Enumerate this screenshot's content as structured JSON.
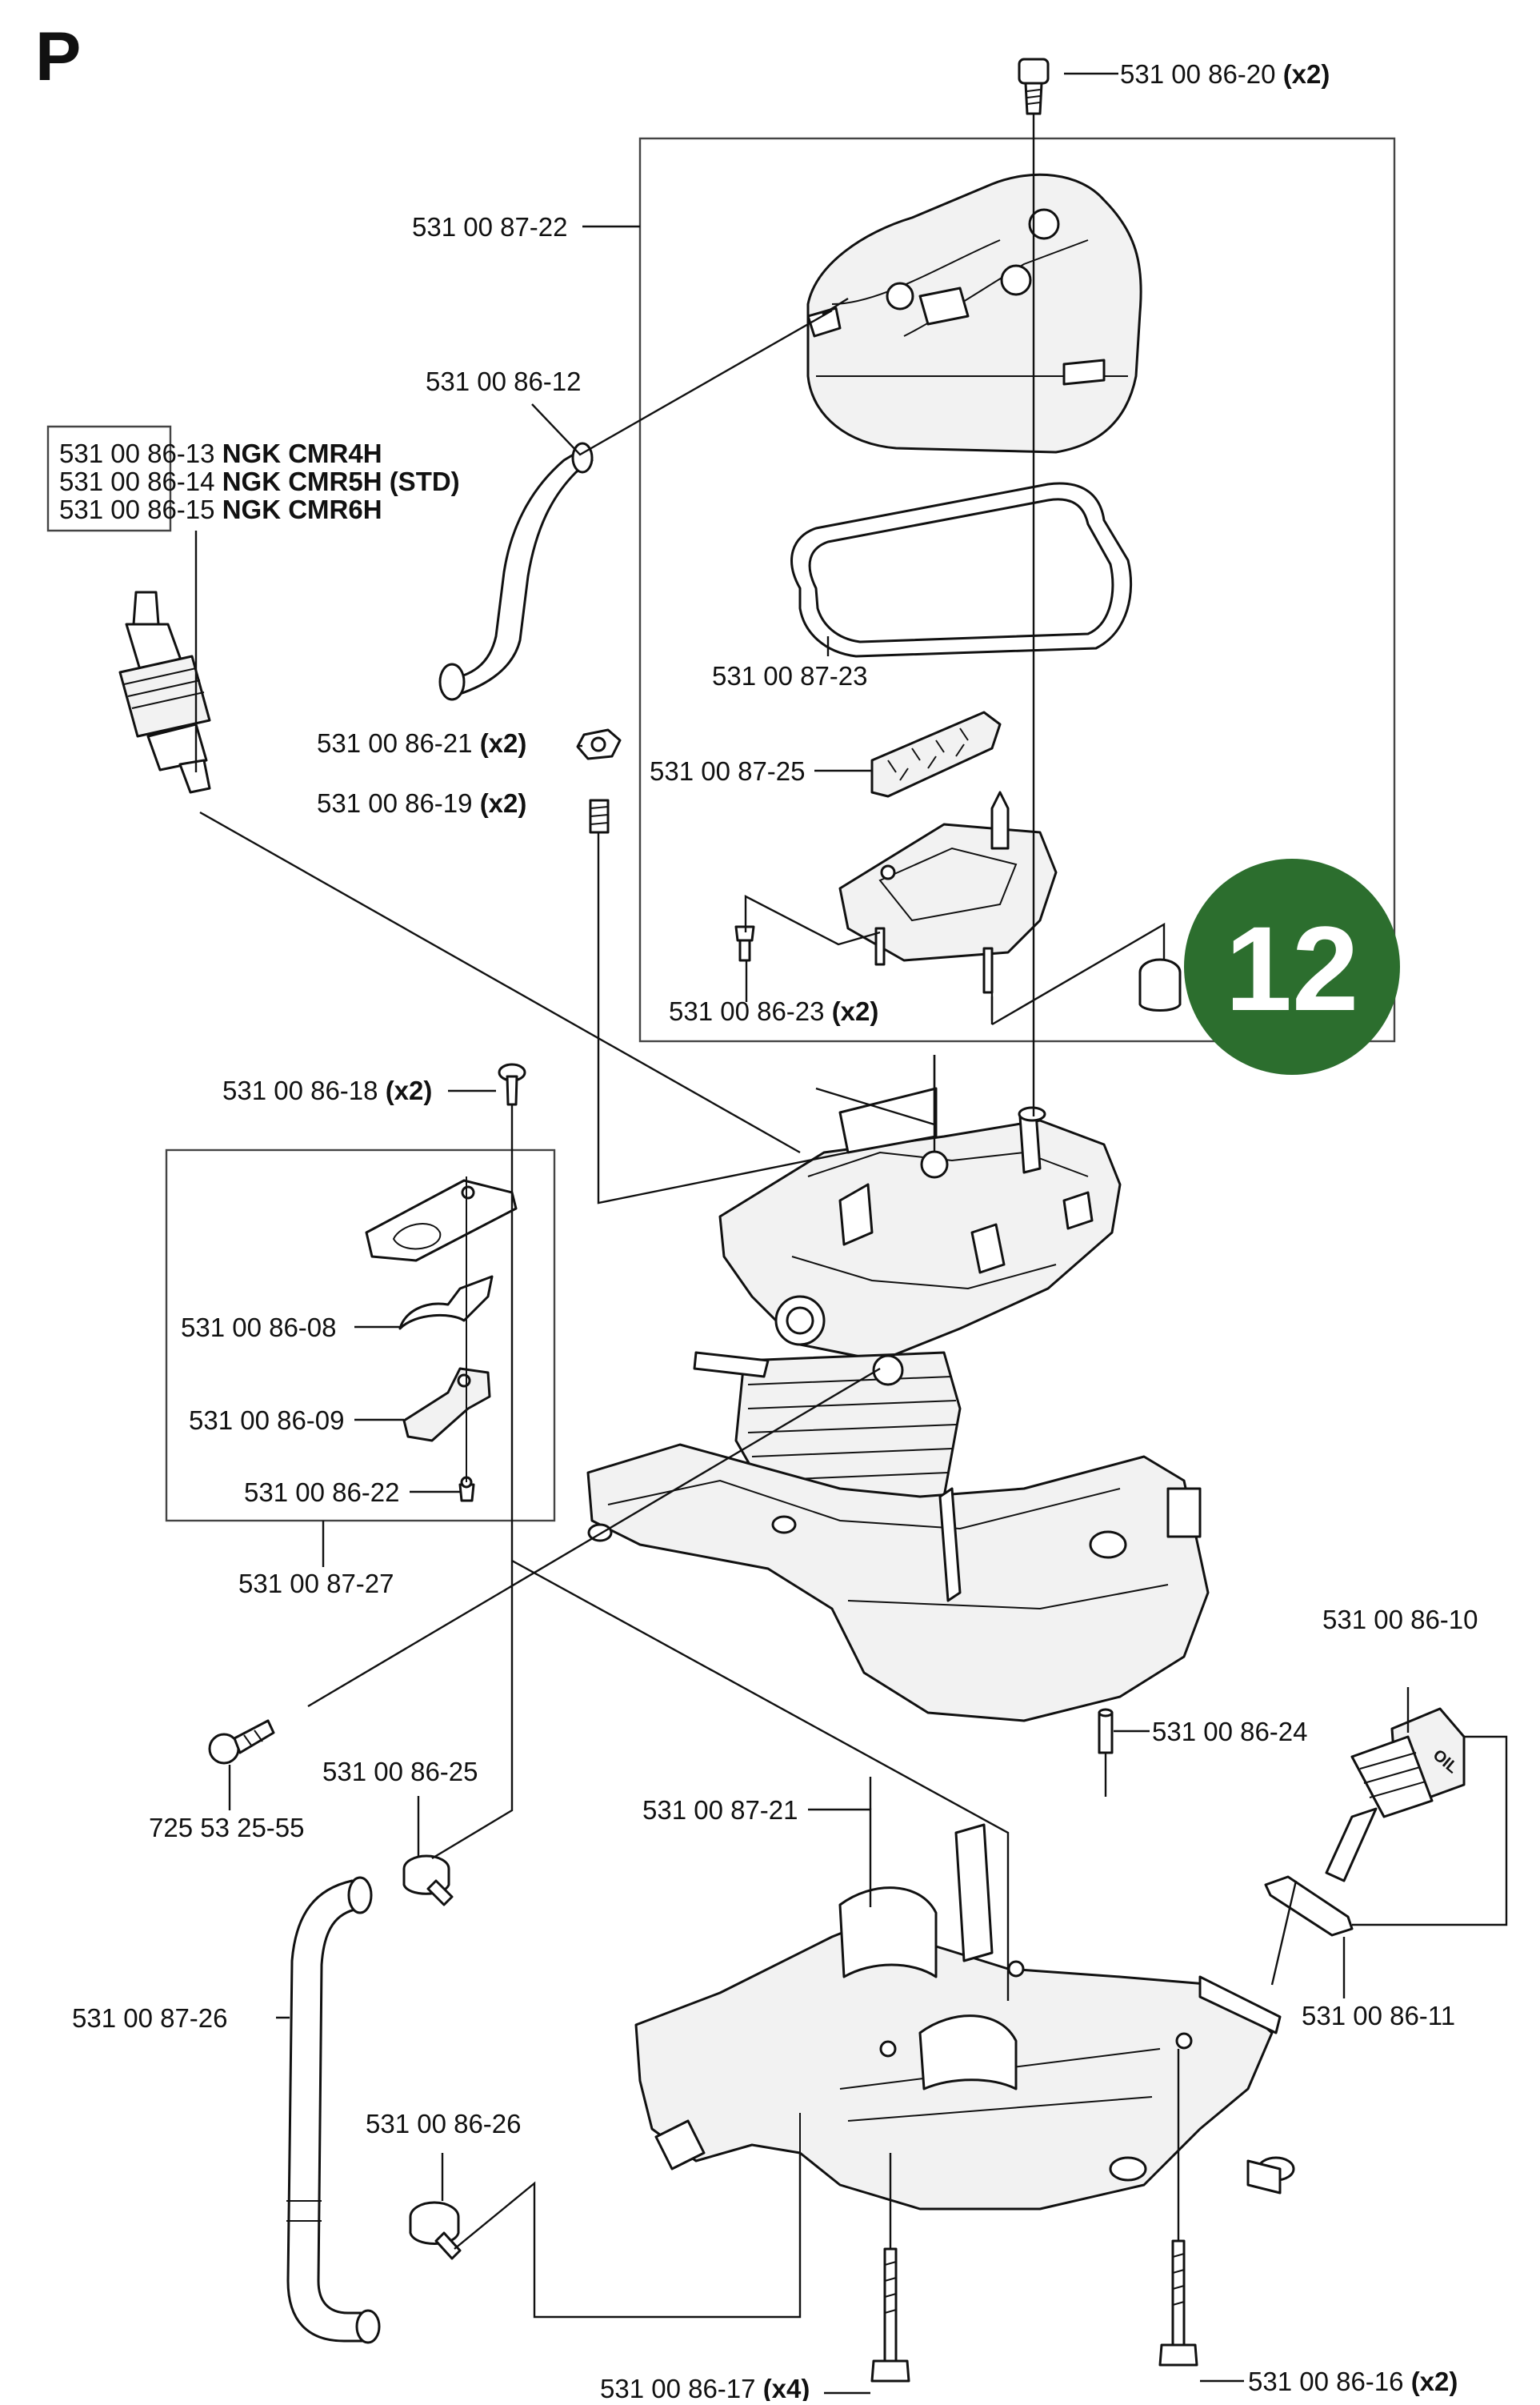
{
  "section_letter": "P",
  "badge": {
    "number": "12",
    "color": "#2c6e2e",
    "text_color": "#ffffff"
  },
  "parts": {
    "p_531008620": {
      "code": "531 00 86-20",
      "qty": "(x2)"
    },
    "p_531008722": {
      "code": "531 00 87-22"
    },
    "p_531008612": {
      "code": "531 00 86-12"
    },
    "spark_plug": [
      {
        "code": "531 00 86-13",
        "model": "NGK CMR4H"
      },
      {
        "code": "531 00 86-14",
        "model": "NGK CMR5H (STD)"
      },
      {
        "code": "531 00 86-15",
        "model": "NGK CMR6H"
      }
    ],
    "p_531008723": {
      "code": "531 00 87-23"
    },
    "p_531008621": {
      "code": "531 00 86-21",
      "qty": "(x2)"
    },
    "p_531008725": {
      "code": "531 00 87-25"
    },
    "p_531008619": {
      "code": "531 00 86-19",
      "qty": "(x2)"
    },
    "p_531008623": {
      "code": "531 00 86-23",
      "qty": "(x2)"
    },
    "p_531008618": {
      "code": "531 00 86-18",
      "qty": "(x2)"
    },
    "p_531008608": {
      "code": "531 00 86-08"
    },
    "p_531008609": {
      "code": "531 00 86-09"
    },
    "p_531008622": {
      "code": "531 00 86-22"
    },
    "p_531008727": {
      "code": "531 00 87-27"
    },
    "p_531008610": {
      "code": "531 00 86-10"
    },
    "p_531008624": {
      "code": "531 00 86-24"
    },
    "p_725532555": {
      "code": "725 53 25-55"
    },
    "p_531008625": {
      "code": "531 00 86-25"
    },
    "p_531008721": {
      "code": "531 00 87-21"
    },
    "p_531008611": {
      "code": "531 00 86-11"
    },
    "p_531008726": {
      "code": "531 00 87-26"
    },
    "p_531008626": {
      "code": "531 00 86-26"
    },
    "p_531008617": {
      "code": "531 00 86-17",
      "qty": "(x4)"
    },
    "p_531008616": {
      "code": "531 00 86-16",
      "qty": "(x2)"
    }
  },
  "oil_cap_marking": "OIL"
}
